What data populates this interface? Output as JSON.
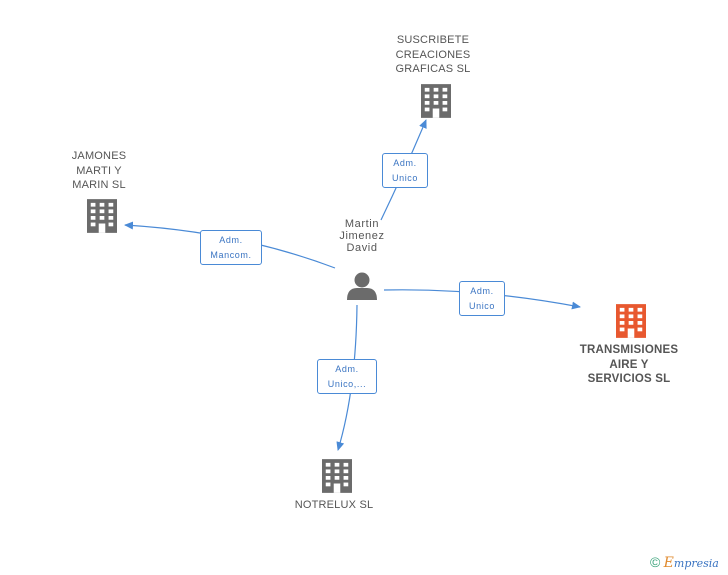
{
  "person": {
    "name": "Martin\nJimenez\nDavid",
    "icon": "person-icon"
  },
  "companies": {
    "suscribete": {
      "name": "SUSCRIBETE\nCREACIONES\nGRAFICAS SL",
      "icon": "building-icon"
    },
    "jamones": {
      "name": "JAMONES\nMARTI Y\nMARIN SL",
      "icon": "building-icon"
    },
    "transmisiones": {
      "name": "TRANSMISIONES\nAIRE Y\nSERVICIOS SL",
      "icon": "building-icon",
      "highlight": true
    },
    "notrelux": {
      "name": "NOTRELUX SL",
      "icon": "building-icon"
    }
  },
  "relations": {
    "suscribete": "Adm.\nUnico",
    "jamones": "Adm.\nMancom.",
    "transmisiones": "Adm.\nUnico",
    "notrelux": "Adm.\nUnico,..."
  },
  "colors": {
    "building": "#6b6b6b",
    "building_focus": "#e8582f",
    "edge": "#4a8ad6",
    "person": "#6b6b6b"
  },
  "footer": {
    "copyright": "©",
    "brand_first": "E",
    "brand_rest": "mpresia"
  }
}
